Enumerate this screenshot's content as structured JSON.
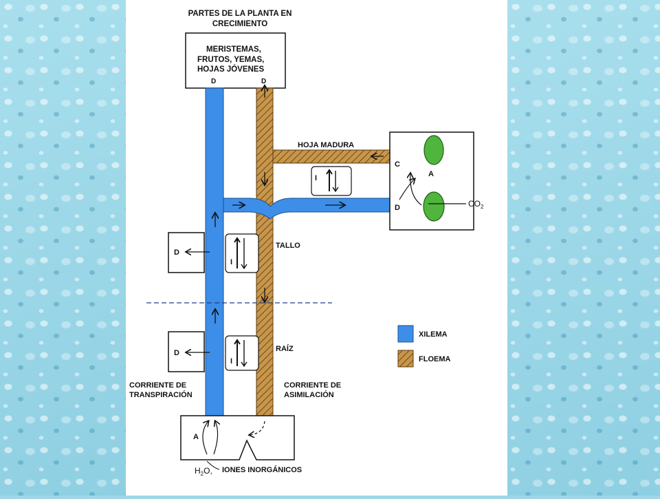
{
  "title_line1": "PARTES DE LA PLANTA EN",
  "title_line2": "CRECIMIENTO",
  "sink_top": [
    "MERISTEMAS,",
    "FRUTOS, YEMAS,",
    "HOJAS JÓVENES"
  ],
  "label_d": "D",
  "label_c": "C",
  "label_a": "A",
  "hoja_madura": "HOJA MADURA",
  "tallo": "TALLO",
  "raiz": "RAÍZ",
  "co2": "CO",
  "co2_sub": "2",
  "corriente_transp": [
    "CORRIENTE DE",
    "TRANSPIRACIÓN"
  ],
  "corriente_asim": [
    "CORRIENTE DE",
    "ASIMILACIÓN"
  ],
  "h2o": "H",
  "h2o_sub": "2",
  "h2o_end": "O,",
  "iones": "IONES INORGÁNICOS",
  "legend": [
    {
      "name": "XILEMA",
      "color": "#3d8ee8"
    },
    {
      "name": "FLOEMA",
      "color": "#c8964a"
    }
  ]
}
